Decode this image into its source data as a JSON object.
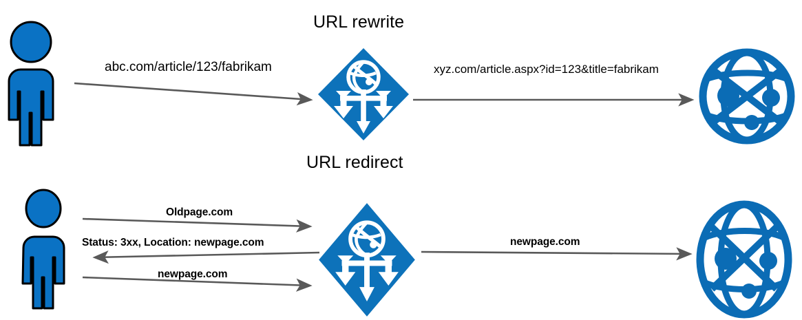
{
  "diagram": {
    "title_rewrite": "URL rewrite",
    "title_redirect": "URL redirect",
    "colors": {
      "azure_blue": "#0a72c4",
      "gateway_blue": "#0d72ba",
      "globe_blue": "#0b6cb5",
      "arrow_gray": "#595959",
      "outline_black": "#000000",
      "text_black": "#000000",
      "background": "#ffffff"
    },
    "rows": [
      {
        "name": "url-rewrite-row",
        "title": "URL rewrite",
        "nodes": [
          {
            "name": "client-user",
            "icon": "person-icon",
            "label": ""
          },
          {
            "name": "application-gateway",
            "icon": "application-gateway-icon",
            "label": ""
          },
          {
            "name": "web-app-server",
            "icon": "globe-network-icon",
            "label": ""
          }
        ],
        "flows": [
          {
            "name": "client-to-gateway",
            "label": "abc.com/article/123/fabrikam",
            "direction": "right"
          },
          {
            "name": "gateway-to-server",
            "label": "xyz.com/article.aspx?id=123&title=fabrikam",
            "direction": "right"
          }
        ]
      },
      {
        "name": "url-redirect-row",
        "title": "URL redirect",
        "nodes": [
          {
            "name": "client-user",
            "icon": "person-icon",
            "label": ""
          },
          {
            "name": "application-gateway",
            "icon": "application-gateway-icon",
            "label": ""
          },
          {
            "name": "web-app-server",
            "icon": "globe-network-icon",
            "label": ""
          }
        ],
        "flows": [
          {
            "name": "client-request-oldpage",
            "label": "Oldpage.com",
            "direction": "right"
          },
          {
            "name": "gateway-redirect-response",
            "label": "Status: 3xx, Location: newpage.com",
            "direction": "left"
          },
          {
            "name": "client-request-newpage",
            "label": "newpage.com",
            "direction": "right"
          },
          {
            "name": "gateway-to-server-newpage",
            "label": "newpage.com",
            "direction": "right"
          }
        ]
      }
    ]
  }
}
